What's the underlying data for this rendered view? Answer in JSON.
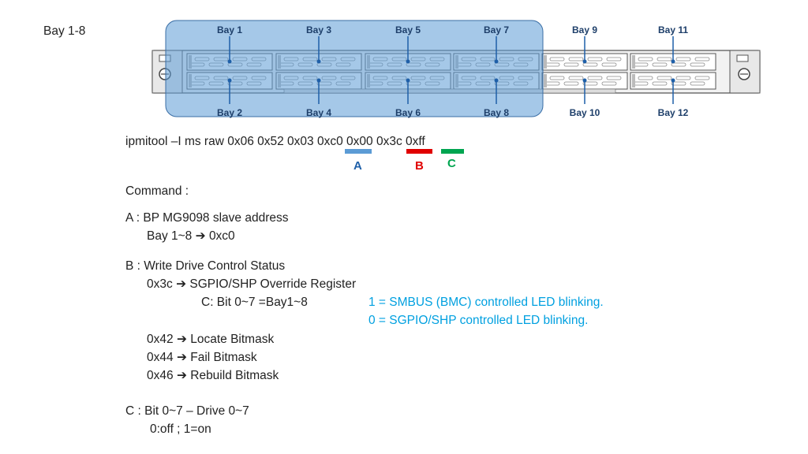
{
  "slide_label": "Bay 1-8",
  "bays": [
    {
      "label": "Bay 1"
    },
    {
      "label": "Bay 3"
    },
    {
      "label": "Bay 5"
    },
    {
      "label": "Bay 7"
    },
    {
      "label": "Bay 9"
    },
    {
      "label": "Bay 11"
    },
    {
      "label": "Bay 2"
    },
    {
      "label": "Bay 4"
    },
    {
      "label": "Bay 6"
    },
    {
      "label": "Bay 8"
    },
    {
      "label": "Bay 10"
    },
    {
      "label": "Bay 12"
    }
  ],
  "command_line": {
    "prefix": "ipmitool –I ms raw 0x06 0x52 0x03",
    "a": "0xc0",
    "mid": "0x00",
    "b": "0x3c",
    "c": "0xff"
  },
  "markers": {
    "a": {
      "letter": "A",
      "color": "#5b9bd5"
    },
    "b": {
      "letter": "B",
      "color": "#e00000"
    },
    "c": {
      "letter": "C",
      "color": "#00a550"
    }
  },
  "text": {
    "command_heading": "Command :",
    "a_title": "A : BP MG9098 slave address",
    "a_line": "Bay 1~8",
    "a_value": "0xc0",
    "b_title": "B : Write Drive Control Status",
    "b_line1_key": "0x3c",
    "b_line1_val": "SGPIO/SHP Override Register",
    "b_bits": "C: Bit 0~7 =Bay1~8",
    "b_note1": "1 = SMBUS (BMC) controlled LED blinking.",
    "b_note2": "0 = SGPIO/SHP controlled LED blinking.",
    "reg1_key": "0x42",
    "reg1_val": "Locate Bitmask",
    "reg2_key": "0x44",
    "reg2_val": "Fail Bitmask",
    "reg3_key": "0x46",
    "reg3_val": "Rebuild Bitmask",
    "c_title": "C : Bit 0~7 – Drive 0~7",
    "c_line": "0:off ; 1=on"
  },
  "arrow_glyph": "➔",
  "colors": {
    "highlight": "#5b9bd5",
    "bay_label": "#1e3f6a",
    "note": "#00a0e0"
  }
}
